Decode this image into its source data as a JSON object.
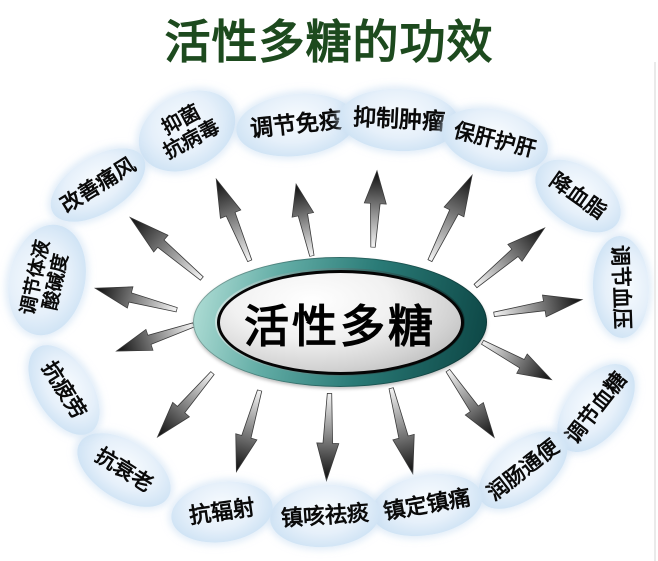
{
  "title": "活性多糖的功效",
  "center_label": "活性多糖",
  "effects": [
    "抑菌\n抗病毒",
    "调节免疫",
    "抑制肿瘤",
    "保肝护肝",
    "降血脂",
    "调节血压",
    "调节血糖",
    "润肠通便",
    "镇定镇痛",
    "镇咳祛痰",
    "抗辐射",
    "抗衰老",
    "抗疲劳",
    "调节体液\n酸碱度",
    "改善痛风"
  ],
  "colors": {
    "title_green": "#1d4a1e",
    "bubble_blue": "#cde2f4",
    "ring_teal_light": "#b7e2da",
    "ring_teal_dark": "#0b4342",
    "core_silver": "#d2d2d2",
    "arrow_light": "#f5f5f5",
    "arrow_dark": "#0b0b0b",
    "text_black": "#0a0a0a"
  }
}
